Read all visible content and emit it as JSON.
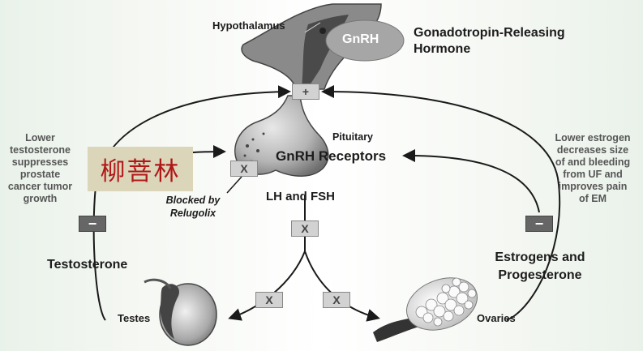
{
  "labels": {
    "hypothalamus": "Hypothalamus",
    "gnrh": "GnRH",
    "gnrh_full_1": "Gonadotropin-Releasing",
    "gnrh_full_2": "Hormone",
    "pituitary": "Pituitary",
    "receptors": "GnRH Receptors",
    "lh_fsh": "LH and FSH",
    "blocked_1": "Blocked by",
    "blocked_2": "Relugolix",
    "testosterone": "Testosterone",
    "testes": "Testes",
    "estrogens_1": "Estrogens and",
    "estrogens_2": "Progesterone",
    "ovaries": "Ovaries",
    "left_note": [
      "Lower",
      "testosterone",
      "suppresses",
      "prostate",
      "cancer tumor",
      "growth"
    ],
    "right_note": [
      "Lower estrogen",
      "decreases size",
      "of and bleeding",
      "from UF and",
      "improves pain",
      "of EM"
    ]
  },
  "boxes": {
    "plus": "+",
    "minus_left": "−",
    "minus_right": "−",
    "x_receptor": "X",
    "x_lh": "X",
    "x_left": "X",
    "x_right": "X"
  },
  "watermark": "柳菩林",
  "colors": {
    "arrow": "#1a1a1a",
    "box_light": "#d2d2d2",
    "box_dark": "#666666",
    "watermark_bg": "#dbd5ba",
    "watermark_text": "#b01818"
  }
}
